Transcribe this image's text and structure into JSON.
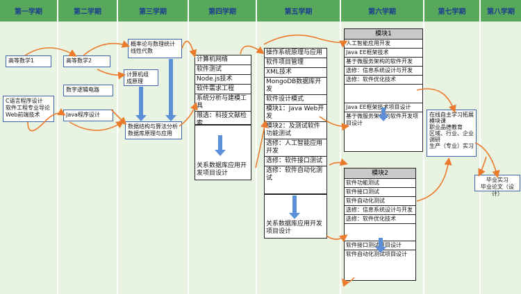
{
  "semesters": [
    "第一学期",
    "第二学期",
    "第三学期",
    "第四学期",
    "第五学期",
    "第六学期",
    "第七学期",
    "第八学期"
  ],
  "sem1": {
    "math": "高等数学1",
    "intro": [
      "C语言程序设计",
      "软件工程专业导论",
      "Web前端技术"
    ]
  },
  "sem2": {
    "math": "高等数学2",
    "digital": "数字逻辑电路",
    "java": "Java程序设计"
  },
  "sem3": {
    "prob": [
      "概率论与数理统计",
      "线性代数"
    ],
    "org": [
      "计算机组",
      "成原理"
    ],
    "ds": [
      "数据结构与算法分析",
      "数据库原理与应用"
    ]
  },
  "sem4": {
    "rows": [
      "计算机网络",
      "软件测试",
      "Node.js技术",
      "软件需求工程",
      "系统分析与建模工具",
      "限选：科技文献检索"
    ],
    "project": "关系数据库应用开发项目设计"
  },
  "sem5": {
    "rows": [
      "操作系统原理与应用",
      "软件项目管理",
      "XML技术",
      "MongoDB数据库开发",
      "软件设计模式",
      "模块1：Java Web开发",
      "模块2：及测试软件功能测试",
      "选修：人工智能应用开发",
      "选修：软件接口测试",
      "选修：软件自动化测试"
    ],
    "project": "关系数据库应用开发项目设计"
  },
  "sem6": {
    "m1_title": "模块1",
    "m1_rows": [
      "人工智能应用开发",
      "Java EE框架技术",
      "基于微服务架构的软件开发",
      "选修：信息系统设计与开发",
      "选修：软件优化技术"
    ],
    "m1_proj": [
      "Java EE框架技术项目设计",
      "基于微服务架构的软件开发项目设计"
    ],
    "m2_title": "模块2",
    "m2_rows": [
      "软件功能测试",
      "软件接口测试",
      "软件自动化测试",
      "选修：信息系统设计与开发",
      "选修：软件优化技术"
    ],
    "m2_proj": [
      "软件接口测试项目设计",
      "软件自动化测试项目设计"
    ]
  },
  "sem7": [
    "在线自主学习拓展模块课",
    "职业品德教育",
    "区域、行业、企业调研",
    "生产（专业）实习"
  ],
  "sem8": [
    "毕业实习",
    "毕业论文（设计）"
  ],
  "colors": {
    "header": "#57a85a",
    "header_text": "#1b3d8f",
    "column": "#e8f3e1",
    "flow": "#ea7a2c",
    "arrow": "#5b8fd8"
  }
}
